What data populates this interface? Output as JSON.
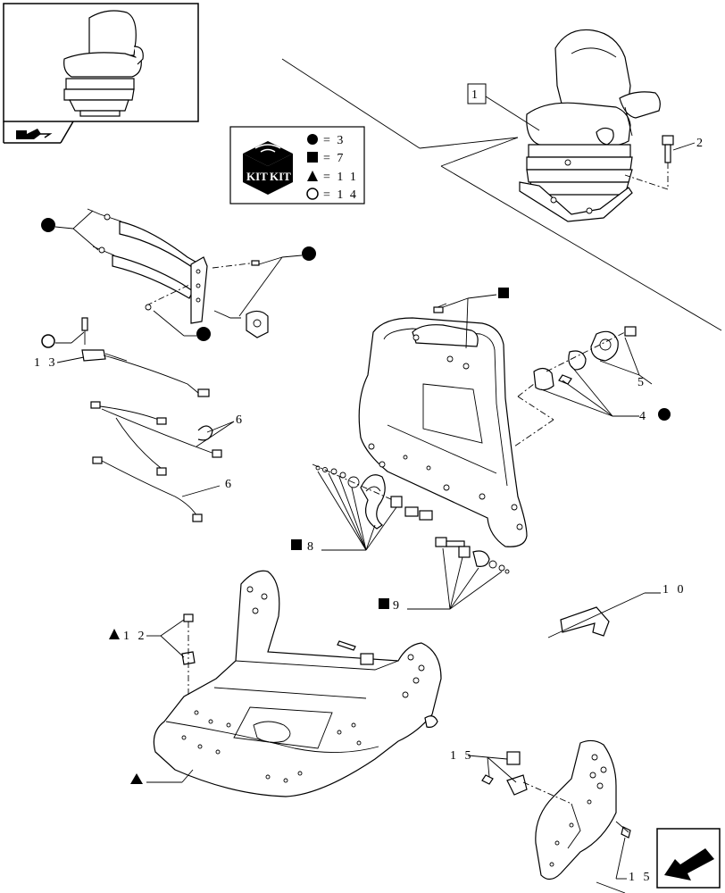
{
  "diagram": {
    "kit_legend": {
      "kit_word": "KIT",
      "entries": [
        {
          "symbol": "circle-filled",
          "text": "= 3"
        },
        {
          "symbol": "square-filled",
          "text": "= 7"
        },
        {
          "symbol": "triangle-filled",
          "text": "= 1 1"
        },
        {
          "symbol": "circle-open",
          "text": "= 1 4"
        }
      ]
    },
    "callouts": [
      {
        "id": "c1",
        "text": "1"
      },
      {
        "id": "c2",
        "text": "2"
      },
      {
        "id": "c4",
        "text": "4"
      },
      {
        "id": "c5",
        "text": "5"
      },
      {
        "id": "c6a",
        "text": "6"
      },
      {
        "id": "c6b",
        "text": "6"
      },
      {
        "id": "c8",
        "text": "8"
      },
      {
        "id": "c9",
        "text": "9"
      },
      {
        "id": "c10",
        "text": "1 0"
      },
      {
        "id": "c12",
        "text": "1 2"
      },
      {
        "id": "c13",
        "text": "1 3"
      },
      {
        "id": "c15a",
        "text": "1 5"
      },
      {
        "id": "c15b",
        "text": "1 5"
      }
    ],
    "icons": {
      "thumbnail": "seat-assembly-thumbnail",
      "thumb_tab": "assembly-reference-icon",
      "nav": "next-page-arrow-icon"
    }
  }
}
